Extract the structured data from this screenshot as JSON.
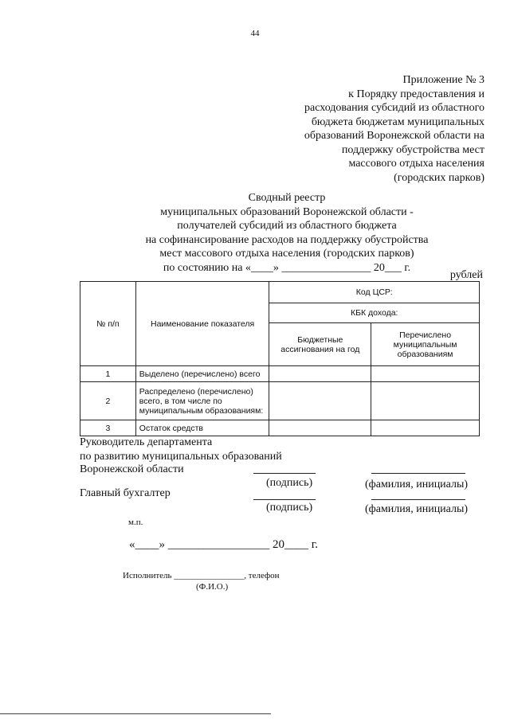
{
  "page_number": "44",
  "appendix": {
    "lines": [
      "Приложение № 3",
      "к Порядку предоставления и",
      "расходования субсидий из областного",
      "бюджета бюджетам муниципальных",
      "образований Воронежской области на",
      "поддержку обустройства мест",
      "массового отдыха населения",
      "(городских парков)"
    ]
  },
  "title": {
    "lines": [
      "Сводный реестр",
      "муниципальных образований Воронежской области -",
      "получателей субсидий из областного бюджета",
      "на софинансирование расходов на поддержку обустройства",
      "мест массового отдыха населения  (городских парков)",
      "по состоянию на «____» ________________ 20___ г."
    ]
  },
  "currency": "рублей",
  "table": {
    "header": {
      "num": "№ п/п",
      "indicator": "Наименование показателя",
      "kod_csr": "Код ЦСР:",
      "kbk": "КБК дохода:",
      "col_budget": "Бюджетные ассигнования на год",
      "col_transferred": "Перечислено муниципальным образованиям"
    },
    "rows": [
      {
        "num": "1",
        "name": "Выделено (перечислено) всего"
      },
      {
        "num": "2",
        "name": "Распределено (перечислено) всего, в том числе по муниципальным образованиям:"
      },
      {
        "num": "3",
        "name": "Остаток средств"
      }
    ]
  },
  "signatures": {
    "head_lines": [
      "Руководитель департамента",
      "по развитию муниципальных образований",
      "Воронежской области"
    ],
    "signature_label": "(подпись)",
    "name_label": "(фамилия, инициалы)",
    "accountant": "Главный бухгалтер",
    "seal": "м.п.",
    "date_line": "«____» _________________ 20____ г.",
    "executor": "Исполнитель ________________, телефон",
    "fio": "(Ф.И.О.)"
  }
}
